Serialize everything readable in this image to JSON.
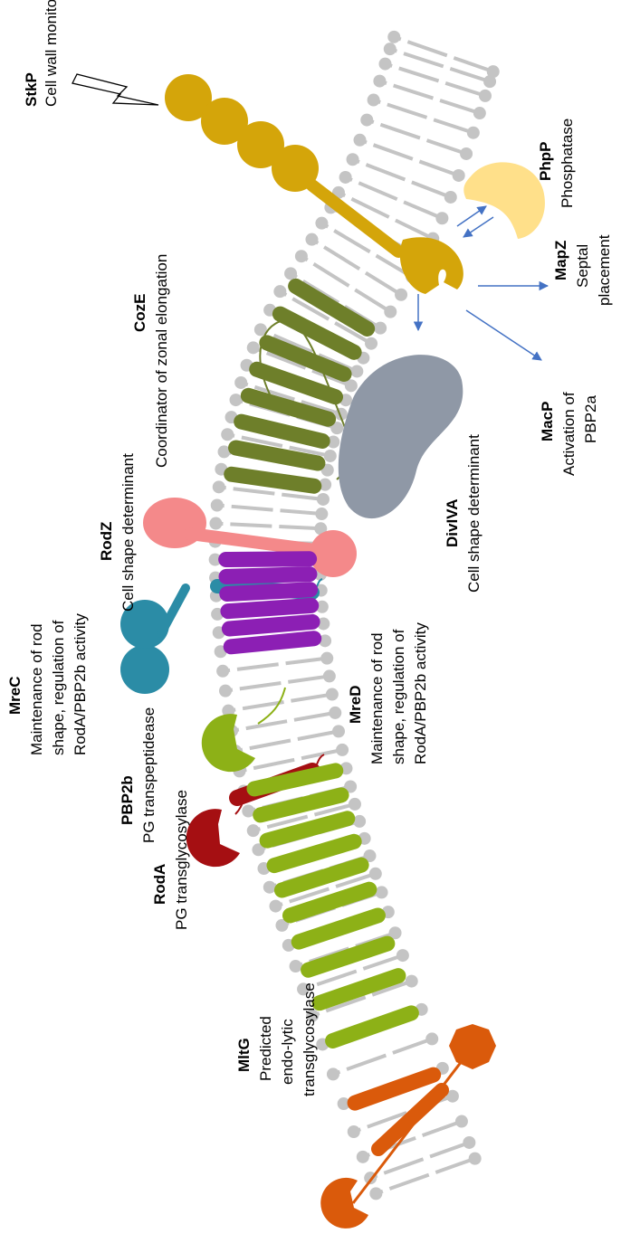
{
  "proteins": [
    {
      "key": "stkp",
      "name": "StkP",
      "lines": [
        "Cell wall monitor"
      ],
      "color": "#D4A50A"
    },
    {
      "key": "phpp",
      "name": "PhpP",
      "lines": [
        "Phosphatase"
      ],
      "color": "#FFE08A"
    },
    {
      "key": "mapz",
      "name": "MapZ",
      "lines": [
        "Septal",
        "placement"
      ]
    },
    {
      "key": "macp",
      "name": "MacP",
      "lines": [
        "Activation of",
        "PBP2a"
      ]
    },
    {
      "key": "coze",
      "name": "CozE",
      "lines": [
        "Coordinator of zonal elongation"
      ],
      "color": "#6E7F2A"
    },
    {
      "key": "divlva",
      "name": "DivIVA",
      "lines": [
        "Cell shape determinant"
      ],
      "color": "#8F98A6"
    },
    {
      "key": "rodz",
      "name": "RodZ",
      "lines": [
        "Cell shape determinant"
      ],
      "color": "#F4898A"
    },
    {
      "key": "mrec",
      "name": "MreC",
      "lines": [
        "Maintenance of rod",
        "shape, regulation of",
        "RodA/PBP2b activity"
      ],
      "color": "#2B8CA6"
    },
    {
      "key": "mred",
      "name": "MreD",
      "lines": [
        "Maintenance of rod",
        "shape, regulation of",
        "RodA/PBP2b activity"
      ],
      "color": "#8C1FB4"
    },
    {
      "key": "pbp2b",
      "name": "PBP2b",
      "lines": [
        "PG transpeptidease"
      ],
      "color": "#A50F12"
    },
    {
      "key": "roda",
      "name": "RodA",
      "lines": [
        "PG transglycosylase"
      ],
      "color": "#8DB117"
    },
    {
      "key": "mltg",
      "name": "MltG",
      "lines": [
        "Predicted",
        "endo-lytic",
        "transglycosylase"
      ],
      "color": "#DA5A0B"
    }
  ],
  "colors": {
    "membrane": "#C4C4C4",
    "arrow": "#4472C4"
  }
}
